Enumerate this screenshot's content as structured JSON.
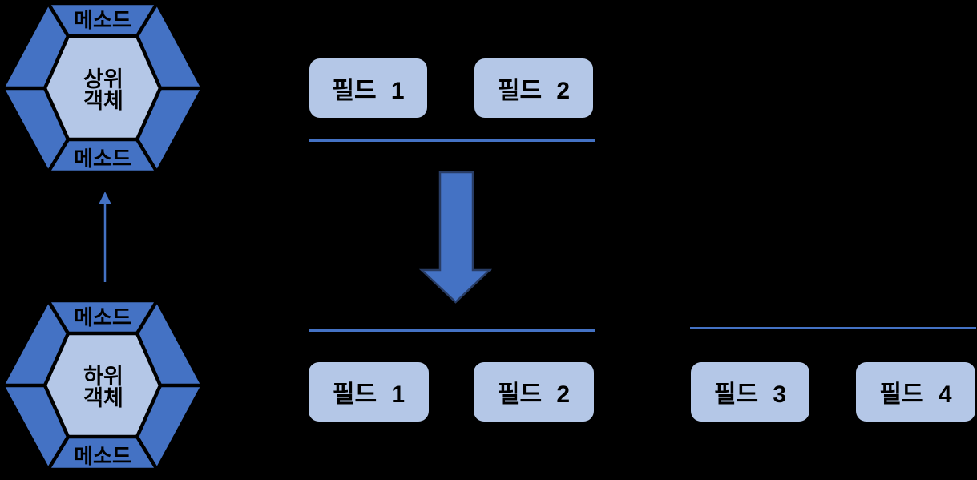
{
  "colors": {
    "background": "#000000",
    "hexagon_ring_fill": "#4472C4",
    "hexagon_core_fill": "#B4C7E7",
    "field_box_fill": "#B4C7E7",
    "divider_line": "#4472C4",
    "big_arrow_fill": "#4472C4",
    "big_arrow_border": "#283C64",
    "shape_outline": "#000000",
    "text": "#000000"
  },
  "parent_hexagon": {
    "method_top": "메소드",
    "title_line1": "상위",
    "title_line2": "객체",
    "method_bottom": "메소드"
  },
  "child_hexagon": {
    "method_top": "메소드",
    "title_line1": "하위",
    "title_line2": "객체",
    "method_bottom": "메소드"
  },
  "parent_fields": {
    "items": [
      {
        "label": "필드 1"
      },
      {
        "label": "필드 2"
      }
    ]
  },
  "child_inherited_fields": {
    "items": [
      {
        "label": "필드 1"
      },
      {
        "label": "필드 2"
      }
    ]
  },
  "child_own_fields": {
    "items": [
      {
        "label": "필드 3"
      },
      {
        "label": "필드 4"
      }
    ]
  }
}
